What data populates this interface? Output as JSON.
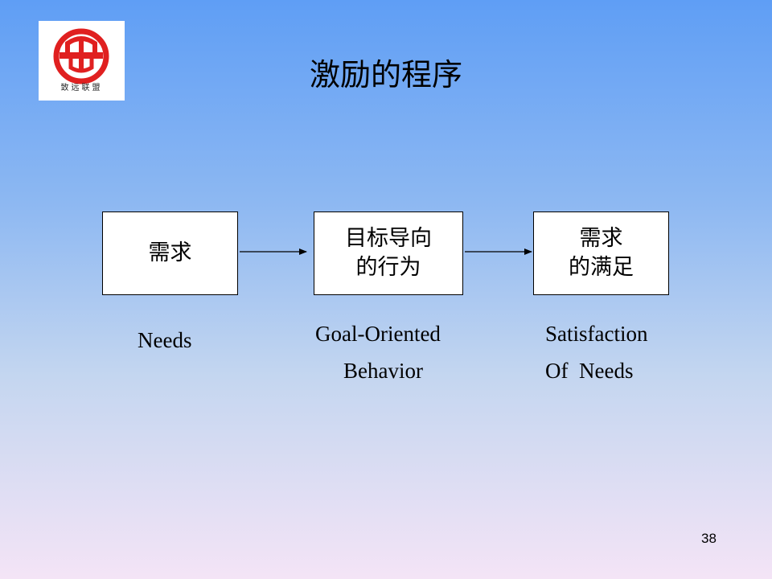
{
  "logo": {
    "text": "致远联盟",
    "color": "#e02020"
  },
  "title": "激励的程序",
  "diagram": {
    "boxes": [
      {
        "line1": "需求",
        "line2": ""
      },
      {
        "line1": "目标导向",
        "line2": "的行为"
      },
      {
        "line1": "需求",
        "line2": "的满足"
      }
    ],
    "captions": [
      {
        "line1": "Needs",
        "line2": ""
      },
      {
        "line1": "Goal-Oriented",
        "line2": "Behavior"
      },
      {
        "line1": "Satisfaction",
        "line2": "Of  Needs"
      }
    ]
  },
  "page_number": "38"
}
